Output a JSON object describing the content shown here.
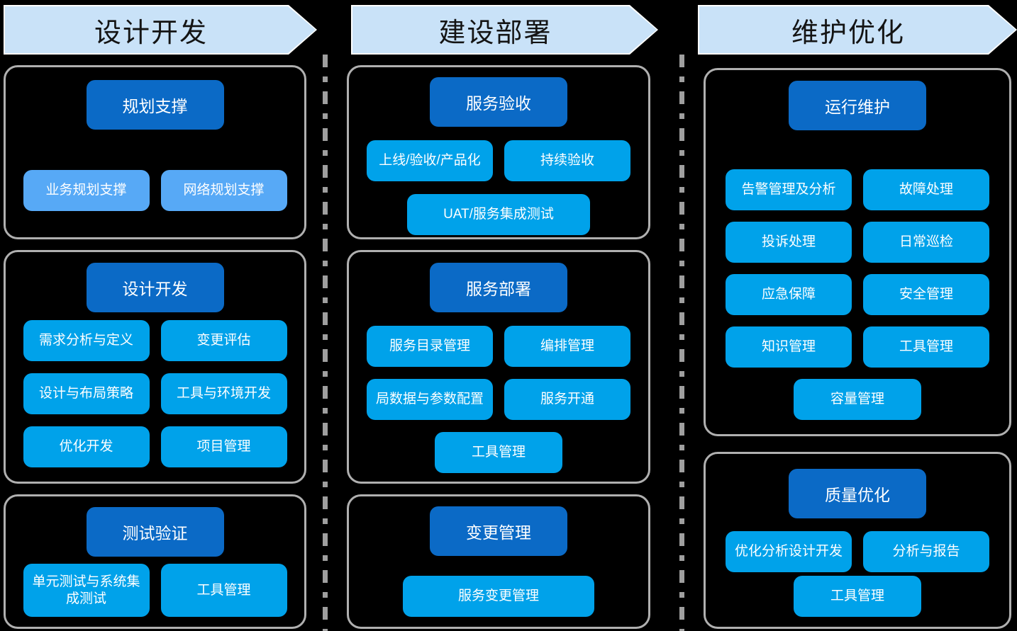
{
  "colors": {
    "background": "#000000",
    "arrow_fill": "#c9e2f8",
    "arrow_text": "#141414",
    "header_button": "#0b6ac6",
    "sub_button": "#00a2ea",
    "sub_button_light": "#57a9f6",
    "button_text": "#ffffff",
    "group_border": "#b0b0b0",
    "separator": "#9f9f9f"
  },
  "phases": [
    {
      "id": "design-development",
      "arrow_label": "设计开发",
      "groups": [
        {
          "id": "planning-support",
          "header": "规划支撑",
          "light_subs": true,
          "rows": [
            [
              "业务规划支撑",
              "网络规划支撑"
            ]
          ]
        },
        {
          "id": "design-development",
          "header": "设计开发",
          "rows": [
            [
              "需求分析与定义",
              "变更评估"
            ],
            [
              "设计与布局策略",
              "工具与环境开发"
            ],
            [
              "优化开发",
              "项目管理"
            ]
          ]
        },
        {
          "id": "test-verification",
          "header": "测试验证",
          "rows": [
            [
              "单元测试与系统集成测试",
              "工具管理"
            ]
          ]
        }
      ]
    },
    {
      "id": "construction-deployment",
      "arrow_label": "建设部署",
      "groups": [
        {
          "id": "service-acceptance",
          "header": "服务验收",
          "rows": [
            [
              "上线/验收/产品化",
              "持续验收"
            ],
            [
              "UAT/服务集成测试"
            ]
          ]
        },
        {
          "id": "service-deployment",
          "header": "服务部署",
          "rows": [
            [
              "服务目录管理",
              "编排管理"
            ],
            [
              "局数据与参数配置",
              "服务开通"
            ],
            [
              "工具管理"
            ]
          ]
        },
        {
          "id": "change-management",
          "header": "变更管理",
          "rows": [
            [
              "服务变更管理"
            ]
          ]
        }
      ]
    },
    {
      "id": "maintenance-optimization",
      "arrow_label": "维护优化",
      "groups": [
        {
          "id": "operation-maintenance",
          "header": "运行维护",
          "rows": [
            [
              "告警管理及分析",
              "故障处理"
            ],
            [
              "投诉处理",
              "日常巡检"
            ],
            [
              "应急保障",
              "安全管理"
            ],
            [
              "知识管理",
              "工具管理"
            ],
            [
              "容量管理"
            ]
          ]
        },
        {
          "id": "quality-optimization",
          "header": "质量优化",
          "rows": [
            [
              "优化分析设计开发",
              "分析与报告"
            ],
            [
              "工具管理"
            ]
          ]
        }
      ]
    }
  ]
}
